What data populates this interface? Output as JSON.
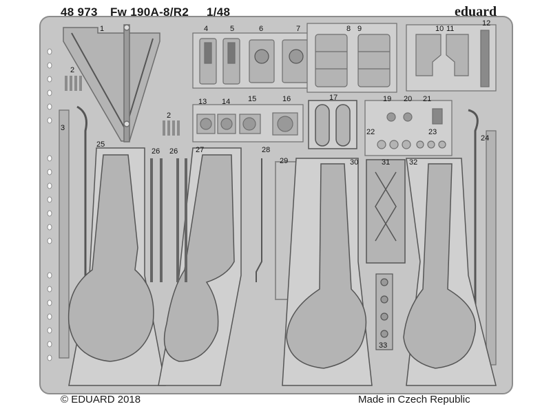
{
  "header": {
    "catalog_number": "48 973",
    "model_name": "Fw 190A-8/R2",
    "scale": "1/48",
    "brand": "eduard"
  },
  "footer": {
    "copyright": "© EDUARD 2018",
    "origin": "Made in Czech Republic"
  },
  "part_numbers": [
    "1",
    "2",
    "3",
    "4",
    "5",
    "6",
    "7",
    "8",
    "9",
    "10",
    "11",
    "12",
    "13",
    "14",
    "15",
    "16",
    "17",
    "19",
    "20",
    "21",
    "22",
    "23",
    "2",
    "24",
    "25",
    "26",
    "26",
    "27",
    "28",
    "29",
    "30",
    "31",
    "32",
    "33"
  ],
  "colors": {
    "fret": "#c6c6c6",
    "fret_edge": "#8c8c8c",
    "part": "#b4b4b4",
    "part_dark": "#6e6e6e",
    "text": "#1a1a1a",
    "background": "#ffffff"
  }
}
